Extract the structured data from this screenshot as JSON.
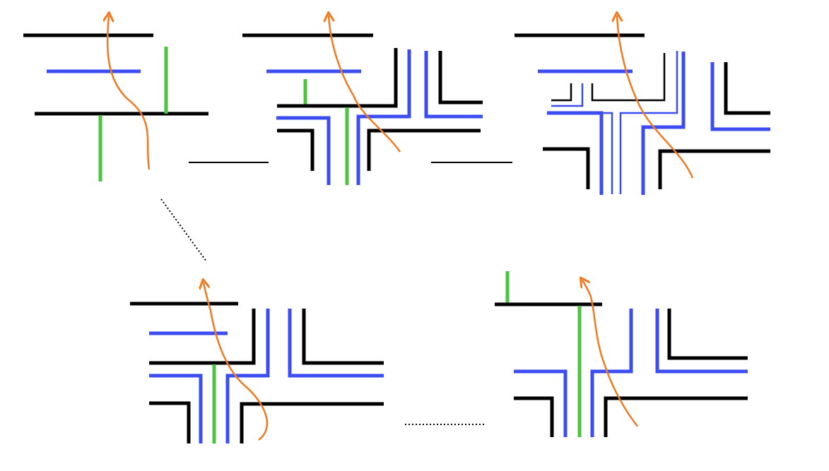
{
  "colors": {
    "black": "#000000",
    "blue": "#3a4cf2",
    "green": "#4cc43f",
    "orange": "#f07a22",
    "gray": "#777777",
    "arrow": "#000000"
  },
  "panels": [
    {
      "id": "panel-1",
      "role": "initial"
    },
    {
      "id": "panel-2",
      "role": "intermediate"
    },
    {
      "id": "panel-3",
      "role": "result"
    },
    {
      "id": "panel-4",
      "role": "alternative"
    },
    {
      "id": "panel-5",
      "role": "alternative-result"
    }
  ],
  "arrows": [
    {
      "from": "panel-1",
      "to": "panel-2",
      "style": "solid"
    },
    {
      "from": "panel-2",
      "to": "panel-3",
      "style": "solid"
    },
    {
      "from": "panel-1",
      "to": "panel-4",
      "style": "dotted"
    },
    {
      "from": "panel-4",
      "to": "panel-5",
      "style": "dotted"
    }
  ]
}
